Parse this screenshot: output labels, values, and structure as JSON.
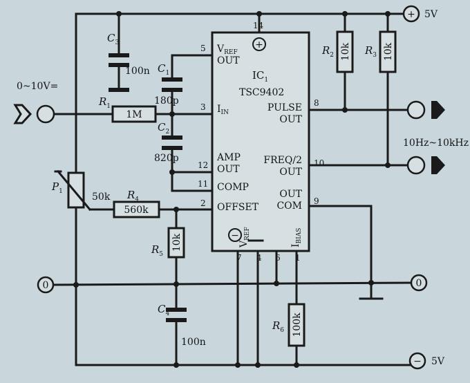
{
  "supply": {
    "pos_sign": "+",
    "pos": "5V",
    "neg_sign": "−",
    "neg": "5V",
    "gnd": "0"
  },
  "input": {
    "label": "0~10V="
  },
  "output": {
    "label": "10Hz~10kHz"
  },
  "ic": {
    "ref": "IC",
    "ref_sub": "1",
    "part": "TSC9402",
    "plus": "+",
    "minus": "−",
    "pins": {
      "vref_out": {
        "num": "5",
        "l1": "V",
        "l1sub": "REF",
        "l2": "OUT"
      },
      "iin": {
        "num": "3",
        "name": "I",
        "sub": "IN"
      },
      "amp_out": {
        "num": "12",
        "l1": "AMP",
        "l2": "OUT"
      },
      "comp": {
        "num": "11",
        "name": "COMP"
      },
      "offset": {
        "num": "2",
        "name": "OFFSET"
      },
      "pulse_out": {
        "num": "8",
        "l1": "PULSE",
        "l2": "OUT"
      },
      "freq_out": {
        "num": "10",
        "l1": "FREQ/2",
        "l2": "OUT"
      },
      "out_com": {
        "num": "9",
        "l1": "OUT",
        "l2": "COM"
      },
      "vcc": {
        "num": "14"
      },
      "vref": {
        "num": "7",
        "name": "V",
        "sub": "REF"
      },
      "p4": {
        "num": "4"
      },
      "p6": {
        "num": "6"
      },
      "ibias": {
        "num": "1",
        "name": "I",
        "sub": "BIAS"
      }
    }
  },
  "components": {
    "R1": {
      "ref": "R",
      "sub": "1",
      "value": "1M"
    },
    "R2": {
      "ref": "R",
      "sub": "2",
      "value": "10k"
    },
    "R3": {
      "ref": "R",
      "sub": "3",
      "value": "10k"
    },
    "R4": {
      "ref": "R",
      "sub": "4",
      "value": "560k"
    },
    "R5": {
      "ref": "R",
      "sub": "5",
      "value": "10k"
    },
    "R6": {
      "ref": "R",
      "sub": "6",
      "value": "100k"
    },
    "C1": {
      "ref": "C",
      "sub": "1",
      "value": "180p"
    },
    "C2": {
      "ref": "C",
      "sub": "2",
      "value": "820p"
    },
    "C3": {
      "ref": "C",
      "sub": "3",
      "value": "100n"
    },
    "C4": {
      "ref": "C",
      "sub": "4",
      "value": "100n"
    },
    "P1": {
      "ref": "P",
      "sub": "1",
      "value": "50k"
    }
  }
}
